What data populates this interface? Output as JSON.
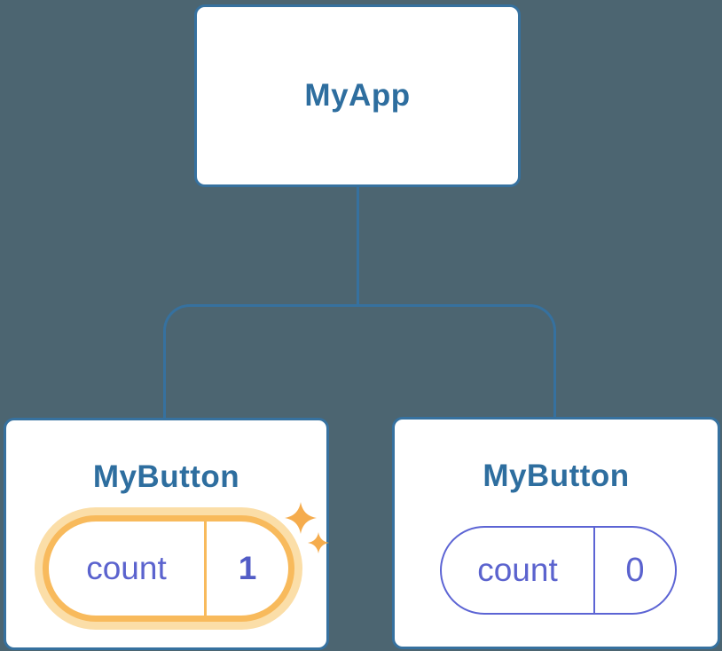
{
  "root_node": {
    "label": "MyApp"
  },
  "child_nodes": [
    {
      "label": "MyButton",
      "state_key": "count",
      "state_value": "1",
      "highlighted": true
    },
    {
      "label": "MyButton",
      "state_key": "count",
      "state_value": "0",
      "highlighted": false
    }
  ],
  "icons": {
    "sparkle_large": "sparkle-icon",
    "sparkle_small": "sparkle-icon"
  },
  "colors": {
    "background": "#4C6571",
    "card_background": "#FFFFFF",
    "node_border_blue": "#36719F",
    "node_label_blue": "#2E6E9F",
    "edge_blue": "#36719F",
    "state_key_purple": "#5B63CE",
    "state_value_purple": "#5A62CE",
    "state_value_bold_purple": "#525CC6",
    "pill_border_purple": "#5C64D4",
    "highlight_ring_orange": "#F8BA5C",
    "highlight_glow_orange": "#FBDEA8",
    "sparkle_orange": "#F5AC4D"
  }
}
